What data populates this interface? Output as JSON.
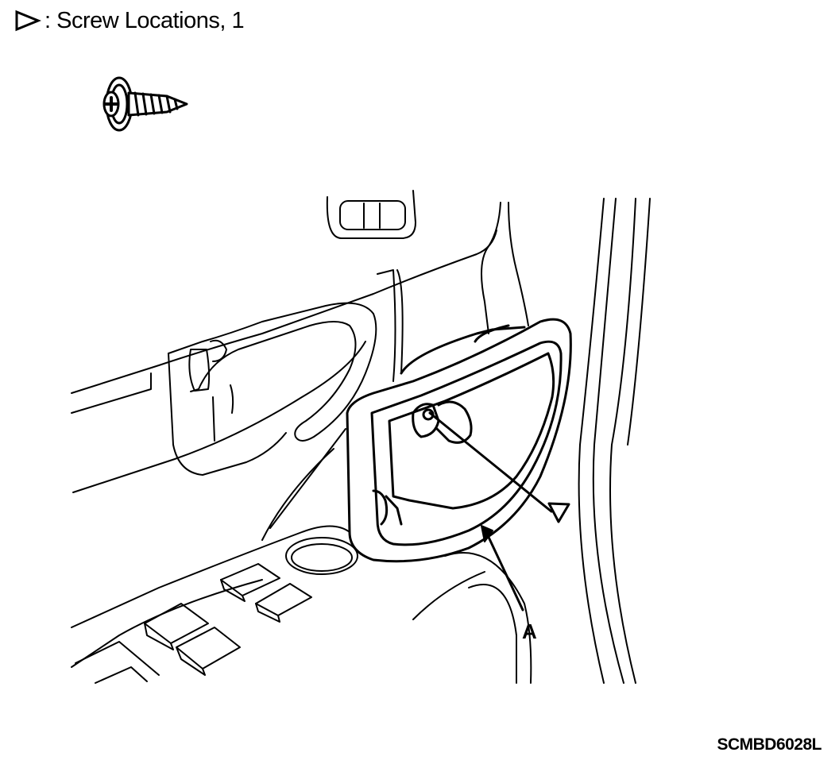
{
  "legend": {
    "symbol": "screw-location-triangle",
    "text": ": Screw Locations, 1"
  },
  "callouts": {
    "part_a": "A"
  },
  "figure_code": "SCMBD6028L",
  "colors": {
    "line": "#000000",
    "background": "#ffffff"
  }
}
